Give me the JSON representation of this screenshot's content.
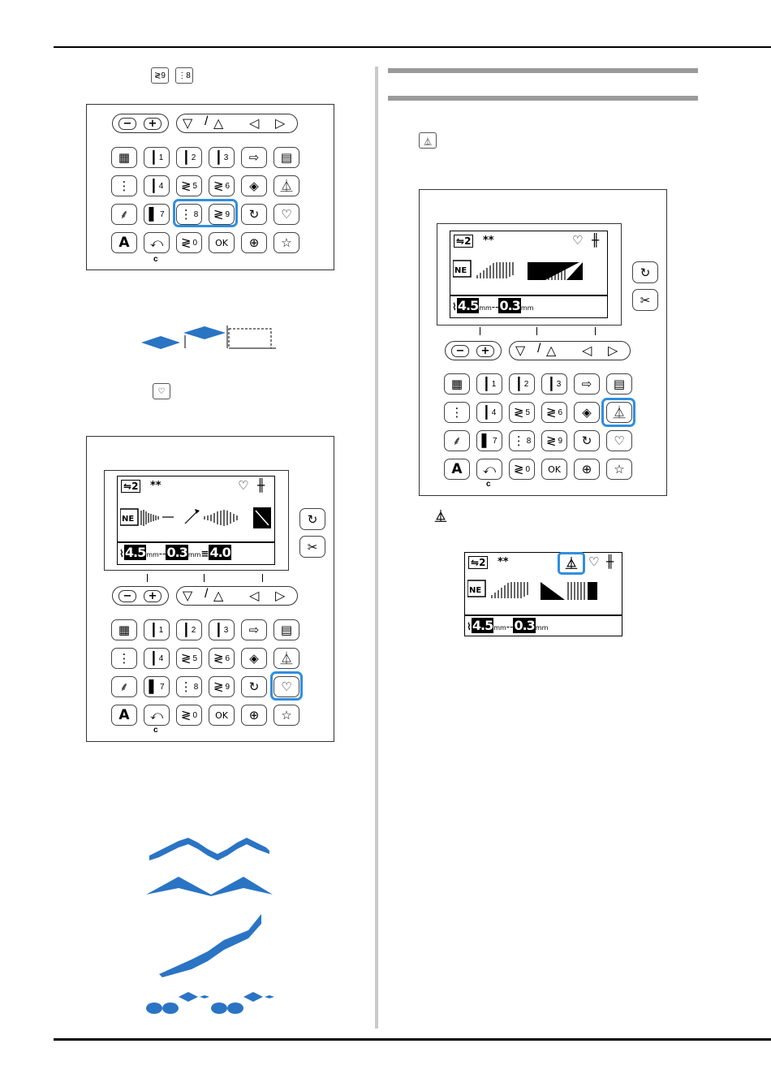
{
  "panel_labels": {
    "c": "c"
  },
  "buttons": {
    "minus": "−",
    "plus": "+",
    "down_tri": "▽",
    "up_tri": "△",
    "left": "◁",
    "right": "▷",
    "r1": [
      {
        "g": "▦",
        "n": ""
      },
      {
        "g": "┃",
        "n": "1"
      },
      {
        "g": "┃",
        "n": "2"
      },
      {
        "g": "┃",
        "n": "3"
      },
      {
        "g": "⇨",
        "n": ""
      },
      {
        "g": "▤",
        "n": ""
      }
    ],
    "r2": [
      {
        "g": "⋮",
        "n": ""
      },
      {
        "g": "┃",
        "n": "4"
      },
      {
        "g": "≷",
        "n": "5"
      },
      {
        "g": "≷",
        "n": "6"
      },
      {
        "g": "◈",
        "n": ""
      },
      {
        "g": "⏅",
        "n": ""
      }
    ],
    "r3": [
      {
        "g": "⸙",
        "n": ""
      },
      {
        "g": "▌",
        "n": "7"
      },
      {
        "g": "⋮",
        "n": "8"
      },
      {
        "g": "≷",
        "n": "9"
      },
      {
        "g": "↻",
        "n": ""
      },
      {
        "g": "♡",
        "n": ""
      }
    ],
    "r4": [
      {
        "g": "A",
        "n": ""
      },
      {
        "g": "⤺",
        "n": ""
      },
      {
        "g": "≷",
        "n": "0"
      },
      {
        "g": "OK",
        "n": ""
      },
      {
        "g": "⊕",
        "n": ""
      },
      {
        "g": "☆",
        "n": ""
      }
    ]
  },
  "lcd": {
    "pattern_no": "2",
    "stars": "**",
    "heart": "♡",
    "needle": "╫",
    "width": "4.5",
    "length": "0.3",
    "tension": "4.0",
    "mm": "mm",
    "eq": "≡"
  },
  "side": {
    "reverse": "↻",
    "cut": "✂"
  },
  "colors": {
    "accent": "#2f8fe0",
    "stitch": "#2a74c4"
  }
}
